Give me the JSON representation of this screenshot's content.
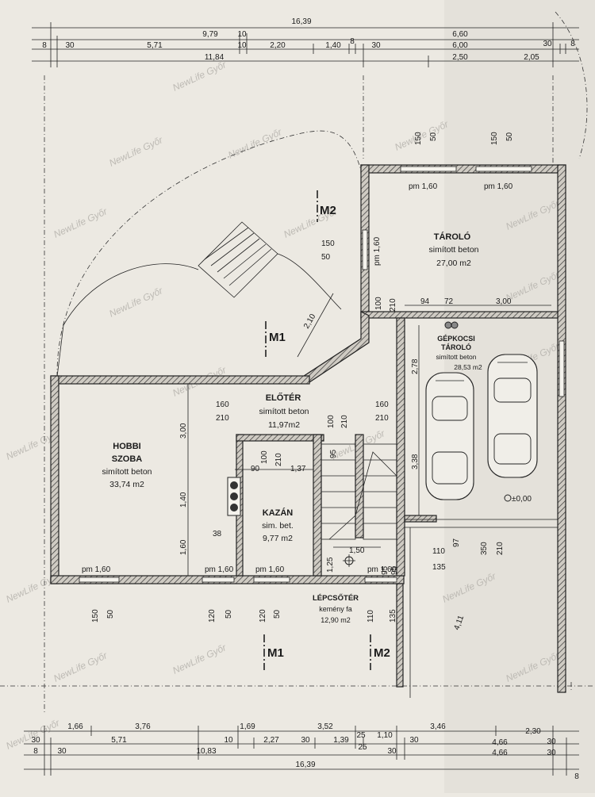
{
  "dimensions_top": {
    "row1": {
      "total": "16,39"
    },
    "row2": {
      "a": "9,79",
      "b": "10",
      "c": "6,60"
    },
    "row3": {
      "a": "8",
      "b": "30",
      "c": "5,71",
      "d": "10",
      "e": "2,20",
      "f": "1,40",
      "g": "8",
      "h": "30",
      "i": "6,00",
      "j": "30",
      "k": "8"
    },
    "row4": {
      "a": "11,84",
      "b": "2,50",
      "c": "2,05"
    }
  },
  "dimensions_bottom": {
    "row1": {
      "a": "1,66",
      "b": "3,76",
      "c": "1,69",
      "d": "3,52",
      "e": "25",
      "f": "1,10",
      "g": "3,46",
      "h": "2,30"
    },
    "row2": {
      "a": "30",
      "b": "5,71",
      "c": "10",
      "d": "2,27",
      "e": "30",
      "f": "1,39",
      "g": "25",
      "h": "30",
      "i": "4,66",
      "j": "30"
    },
    "row3": {
      "a": "8",
      "b": "30",
      "c": "10,83",
      "d": "30",
      "e": "4,66",
      "f": "30",
      "g": "8"
    },
    "row4": {
      "total": "16,39"
    }
  },
  "rooms": {
    "taroló": {
      "name": "TÁROLÓ",
      "finish": "simított beton",
      "area": "27,00 m2"
    },
    "gepkocsi": {
      "name1": "GÉPKOCSI",
      "name2": "TÁROLÓ",
      "finish": "simított beton",
      "area": "28,53 m2"
    },
    "eloter": {
      "name": "ELŐTÉR",
      "finish": "simított beton",
      "area": "11,97m2"
    },
    "hobbi": {
      "name1": "HOBBI",
      "name2": "SZOBA",
      "finish": "simított beton",
      "area": "33,74 m2"
    },
    "kazan": {
      "name": "KAZÁN",
      "finish": "sim. bet.",
      "area": "9,77 m2"
    },
    "lepcso": {
      "name": "LÉPCSŐTÉR",
      "finish": "kemény fa",
      "area": "12,90 m2"
    }
  },
  "section_marks": {
    "m1": "M1",
    "m2": "M2"
  },
  "openings": {
    "pm160": "pm 1,60",
    "pm160_rot": "pm 1,60",
    "h150": "150",
    "h50": "50",
    "h120": "120",
    "h135": "135",
    "h110": "110",
    "h100": "100",
    "h210": "210",
    "h160": "160",
    "h95": "95",
    "h97": "97",
    "h350": "350"
  },
  "interior_dims": {
    "d300": "3,00",
    "d140": "1,40",
    "d160": "1,60",
    "d38": "38",
    "d90": "90",
    "d137": "1,37",
    "d278": "2,78",
    "d338": "3,38",
    "d94": "94",
    "d72": "72",
    "d300b": "3,00",
    "d210": "2,10",
    "d150": "1,50",
    "d125": "1,25",
    "d411": "4,11",
    "level": "±0,00"
  },
  "watermark": "NewLife Győr"
}
